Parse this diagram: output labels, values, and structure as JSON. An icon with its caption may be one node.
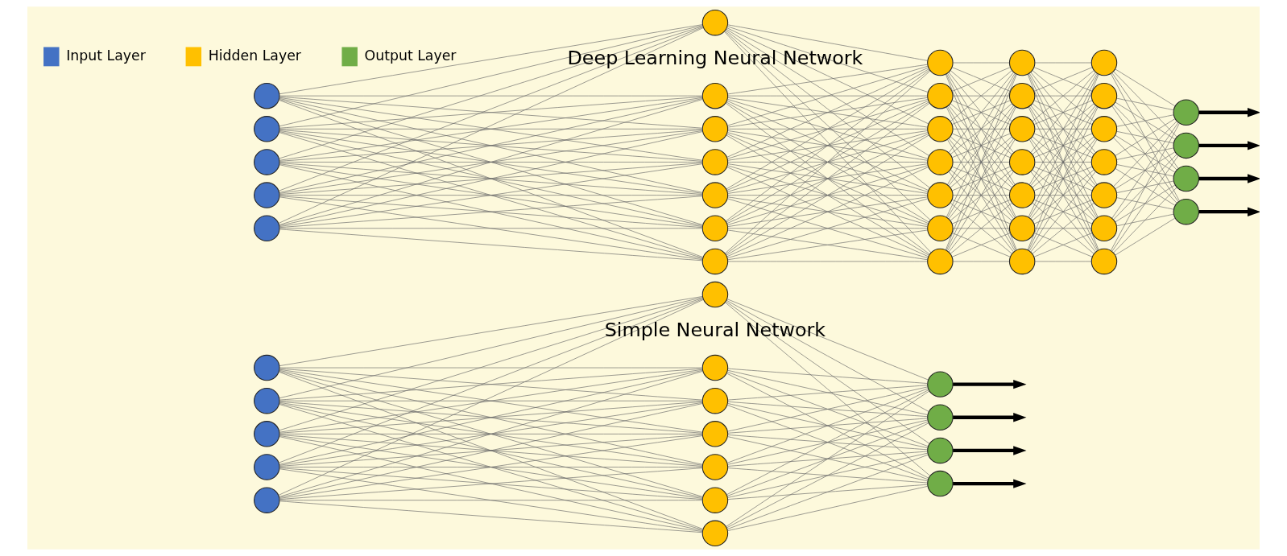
{
  "diagram": {
    "nodes": [
      {
        "text": [],
        "shape": "circle"
      },
      {
        "text": [],
        "shape": "circle"
      },
      {
        "text": [],
        "shape": "circle"
      },
      {
        "text": [],
        "shape": "circle"
      },
      {
        "text": [],
        "shape": "circle"
      },
      {
        "text": [],
        "shape": "circle"
      },
      {
        "text": [],
        "shape": "circle"
      },
      {
        "text": [],
        "shape": "circle"
      },
      {
        "text": [],
        "shape": "circle"
      },
      {
        "text": [],
        "shape": "circle"
      },
      {
        "text": [],
        "shape": "circle"
      },
      {
        "text": [],
        "shape": "circle"
      },
      {
        "text": [],
        "shape": "circle"
      },
      {
        "text": [],
        "shape": "circle"
      },
      {
        "text": [],
        "shape": "circle"
      },
      {
        "text": [],
        "shape": "circle"
      },
      {
        "text": [],
        "shape": "circle"
      },
      {
        "text": [],
        "shape": "circle"
      },
      {
        "text": [],
        "shape": "circle"
      },
      {
        "text": [],
        "shape": "circle"
      },
      {
        "text": [],
        "shape": "circle"
      },
      {
        "text": [],
        "shape": "circle"
      },
      {
        "text": [],
        "shape": "circle"
      },
      {
        "text": [],
        "shape": "circle"
      },
      {
        "text": [],
        "shape": "circle"
      },
      {
        "text": [],
        "shape": "circle"
      },
      {
        "text": [],
        "shape": "circle"
      },
      {
        "text": [],
        "shape": "circle"
      },
      {
        "text": [],
        "shape": "circle"
      },
      {
        "text": [],
        "shape": "circle"
      },
      {
        "text": [],
        "shape": "circle"
      },
      {
        "text": [],
        "shape": "circle"
      },
      {
        "text": [],
        "shape": "circle"
      },
      {
        "text": [],
        "shape": "circle"
      },
      {
        "text": [],
        "shape": "circle"
      },
      {
        "text": [],
        "shape": "circle"
      },
      {
        "text": [],
        "shape": "circle"
      },
      {
        "text": [],
        "shape": "circle"
      },
      {
        "text": [],
        "shape": "circle"
      },
      {
        "text": [],
        "shape": "circle"
      },
      {
        "text": [],
        "shape": "circle"
      },
      {
        "text": [],
        "shape": "circle"
      },
      {
        "text": [],
        "shape": "circle"
      },
      {
        "text": [],
        "shape": "circle"
      },
      {
        "text": [],
        "shape": "circle"
      },
      {
        "text": [],
        "shape": "circle"
      },
      {
        "text": [],
        "shape": "circle"
      },
      {
        "text": [],
        "shape": "circle"
      },
      {
        "text": [],
        "shape": "circle"
      },
      {
        "text": [],
        "shape": "circle"
      },
      {
        "text": [],
        "shape": "circle"
      },
      {
        "text": [],
        "shape": "circle"
      },
      {
        "text": [],
        "shape": "circle"
      }
    ],
    "edges": [
      {
        "from": 0,
        "to": 5,
        "arrow": "none"
      },
      {
        "from": 0,
        "to": 6,
        "arrow": "none"
      },
      {
        "from": 0,
        "to": 7,
        "arrow": "none"
      },
      {
        "from": 0,
        "to": 8,
        "arrow": "none"
      },
      {
        "from": 0,
        "to": 9,
        "arrow": "none"
      },
      {
        "from": 0,
        "to": 10,
        "arrow": "none"
      },
      {
        "from": 0,
        "to": 11,
        "arrow": "none"
      },
      {
        "from": 1,
        "to": 5,
        "arrow": "none"
      },
      {
        "from": 1,
        "to": 6,
        "arrow": "none"
      },
      {
        "from": 1,
        "to": 7,
        "arrow": "none"
      },
      {
        "from": 1,
        "to": 8,
        "arrow": "none"
      },
      {
        "from": 1,
        "to": 9,
        "arrow": "none"
      },
      {
        "from": 1,
        "to": 10,
        "arrow": "none"
      },
      {
        "from": 1,
        "to": 11,
        "arrow": "none"
      },
      {
        "from": 2,
        "to": 5,
        "arrow": "none"
      },
      {
        "from": 2,
        "to": 6,
        "arrow": "none"
      },
      {
        "from": 2,
        "to": 7,
        "arrow": "none"
      },
      {
        "from": 2,
        "to": 8,
        "arrow": "none"
      },
      {
        "from": 2,
        "to": 9,
        "arrow": "none"
      },
      {
        "from": 2,
        "to": 10,
        "arrow": "none"
      },
      {
        "from": 2,
        "to": 11,
        "arrow": "none"
      },
      {
        "from": 3,
        "to": 5,
        "arrow": "none"
      },
      {
        "from": 3,
        "to": 6,
        "arrow": "none"
      },
      {
        "from": 3,
        "to": 7,
        "arrow": "none"
      },
      {
        "from": 3,
        "to": 8,
        "arrow": "none"
      },
      {
        "from": 3,
        "to": 9,
        "arrow": "none"
      },
      {
        "from": 3,
        "to": 10,
        "arrow": "none"
      },
      {
        "from": 3,
        "to": 11,
        "arrow": "none"
      },
      {
        "from": 4,
        "to": 5,
        "arrow": "none"
      },
      {
        "from": 4,
        "to": 6,
        "arrow": "none"
      },
      {
        "from": 4,
        "to": 7,
        "arrow": "none"
      },
      {
        "from": 4,
        "to": 8,
        "arrow": "none"
      },
      {
        "from": 4,
        "to": 9,
        "arrow": "none"
      },
      {
        "from": 4,
        "to": 10,
        "arrow": "none"
      },
      {
        "from": 4,
        "to": 11,
        "arrow": "none"
      },
      {
        "from": 5,
        "to": 12,
        "arrow": "none"
      },
      {
        "from": 5,
        "to": 13,
        "arrow": "none"
      },
      {
        "from": 5,
        "to": 14,
        "arrow": "none"
      },
      {
        "from": 5,
        "to": 15,
        "arrow": "none"
      },
      {
        "from": 6,
        "to": 12,
        "arrow": "none"
      },
      {
        "from": 6,
        "to": 13,
        "arrow": "none"
      },
      {
        "from": 6,
        "to": 14,
        "arrow": "none"
      },
      {
        "from": 6,
        "to": 15,
        "arrow": "none"
      },
      {
        "from": 7,
        "to": 12,
        "arrow": "none"
      },
      {
        "from": 7,
        "to": 13,
        "arrow": "none"
      },
      {
        "from": 7,
        "to": 14,
        "arrow": "none"
      },
      {
        "from": 7,
        "to": 15,
        "arrow": "none"
      },
      {
        "from": 8,
        "to": 12,
        "arrow": "none"
      },
      {
        "from": 8,
        "to": 13,
        "arrow": "none"
      },
      {
        "from": 8,
        "to": 14,
        "arrow": "none"
      },
      {
        "from": 8,
        "to": 15,
        "arrow": "none"
      },
      {
        "from": 9,
        "to": 12,
        "arrow": "none"
      },
      {
        "from": 9,
        "to": 13,
        "arrow": "none"
      },
      {
        "from": 9,
        "to": 14,
        "arrow": "none"
      },
      {
        "from": 9,
        "to": 15,
        "arrow": "none"
      },
      {
        "from": 10,
        "to": 12,
        "arrow": "none"
      },
      {
        "from": 10,
        "to": 13,
        "arrow": "none"
      },
      {
        "from": 10,
        "to": 14,
        "arrow": "none"
      },
      {
        "from": 10,
        "to": 15,
        "arrow": "none"
      },
      {
        "from": 11,
        "to": 12,
        "arrow": "none"
      },
      {
        "from": 11,
        "to": 13,
        "arrow": "none"
      },
      {
        "from": 11,
        "to": 14,
        "arrow": "none"
      },
      {
        "from": 11,
        "to": 15,
        "arrow": "none"
      },
      {
        "from": 12,
        "to": null,
        "arrow": "to",
        "style": "thick",
        "color": "#000000"
      },
      {
        "from": 13,
        "to": null,
        "arrow": "to",
        "style": "thick",
        "color": "#000000"
      },
      {
        "from": 14,
        "to": null,
        "arrow": "to",
        "style": "thick",
        "color": "#000000"
      },
      {
        "from": 15,
        "to": null,
        "arrow": "to",
        "style": "thick",
        "color": "#000000"
      },
      {
        "from": 16,
        "to": 21,
        "arrow": "none"
      },
      {
        "from": 16,
        "to": 22,
        "arrow": "none"
      },
      {
        "from": 16,
        "to": 23,
        "arrow": "none"
      },
      {
        "from": 16,
        "to": 24,
        "arrow": "none"
      },
      {
        "from": 16,
        "to": 25,
        "arrow": "none"
      },
      {
        "from": 16,
        "to": 26,
        "arrow": "none"
      },
      {
        "from": 16,
        "to": 27,
        "arrow": "none"
      },
      {
        "from": 17,
        "to": 21,
        "arrow": "none"
      },
      {
        "from": 17,
        "to": 22,
        "arrow": "none"
      },
      {
        "from": 17,
        "to": 23,
        "arrow": "none"
      },
      {
        "from": 17,
        "to": 24,
        "arrow": "none"
      },
      {
        "from": 17,
        "to": 25,
        "arrow": "none"
      },
      {
        "from": 17,
        "to": 26,
        "arrow": "none"
      },
      {
        "from": 17,
        "to": 27,
        "arrow": "none"
      },
      {
        "from": 18,
        "to": 21,
        "arrow": "none"
      },
      {
        "from": 18,
        "to": 22,
        "arrow": "none"
      },
      {
        "from": 18,
        "to": 23,
        "arrow": "none"
      },
      {
        "from": 18,
        "to": 24,
        "arrow": "none"
      },
      {
        "from": 18,
        "to": 25,
        "arrow": "none"
      },
      {
        "from": 18,
        "to": 26,
        "arrow": "none"
      },
      {
        "from": 18,
        "to": 27,
        "arrow": "none"
      },
      {
        "from": 19,
        "to": 21,
        "arrow": "none"
      },
      {
        "from": 19,
        "to": 22,
        "arrow": "none"
      },
      {
        "from": 19,
        "to": 23,
        "arrow": "none"
      },
      {
        "from": 19,
        "to": 24,
        "arrow": "none"
      },
      {
        "from": 19,
        "to": 25,
        "arrow": "none"
      },
      {
        "from": 19,
        "to": 26,
        "arrow": "none"
      },
      {
        "from": 19,
        "to": 27,
        "arrow": "none"
      },
      {
        "from": 20,
        "to": 21,
        "arrow": "none"
      },
      {
        "from": 20,
        "to": 22,
        "arrow": "none"
      },
      {
        "from": 20,
        "to": 23,
        "arrow": "none"
      },
      {
        "from": 20,
        "to": 24,
        "arrow": "none"
      },
      {
        "from": 20,
        "to": 25,
        "arrow": "none"
      },
      {
        "from": 20,
        "to": 26,
        "arrow": "none"
      },
      {
        "from": 20,
        "to": 27,
        "arrow": "none"
      },
      {
        "from": 21,
        "to": 28,
        "arrow": "none"
      },
      {
        "from": 21,
        "to": 29,
        "arrow": "none"
      },
      {
        "from": 21,
        "to": 30,
        "arrow": "none"
      },
      {
        "from": 21,
        "to": 31,
        "arrow": "none"
      },
      {
        "from": 21,
        "to": 32,
        "arrow": "none"
      },
      {
        "from": 21,
        "to": 33,
        "arrow": "none"
      },
      {
        "from": 21,
        "to": 34,
        "arrow": "none"
      },
      {
        "from": 22,
        "to": 28,
        "arrow": "none"
      },
      {
        "from": 22,
        "to": 29,
        "arrow": "none"
      },
      {
        "from": 22,
        "to": 30,
        "arrow": "none"
      },
      {
        "from": 22,
        "to": 31,
        "arrow": "none"
      },
      {
        "from": 22,
        "to": 32,
        "arrow": "none"
      },
      {
        "from": 22,
        "to": 33,
        "arrow": "none"
      },
      {
        "from": 22,
        "to": 34,
        "arrow": "none"
      },
      {
        "from": 23,
        "to": 28,
        "arrow": "none"
      },
      {
        "from": 23,
        "to": 29,
        "arrow": "none"
      },
      {
        "from": 23,
        "to": 30,
        "arrow": "none"
      },
      {
        "from": 23,
        "to": 31,
        "arrow": "none"
      },
      {
        "from": 23,
        "to": 32,
        "arrow": "none"
      },
      {
        "from": 23,
        "to": 33,
        "arrow": "none"
      },
      {
        "from": 23,
        "to": 34,
        "arrow": "none"
      },
      {
        "from": 24,
        "to": 28,
        "arrow": "none"
      },
      {
        "from": 24,
        "to": 29,
        "arrow": "none"
      },
      {
        "from": 24,
        "to": 30,
        "arrow": "none"
      },
      {
        "from": 24,
        "to": 31,
        "arrow": "none"
      },
      {
        "from": 24,
        "to": 32,
        "arrow": "none"
      },
      {
        "from": 24,
        "to": 33,
        "arrow": "none"
      },
      {
        "from": 24,
        "to": 34,
        "arrow": "none"
      },
      {
        "from": 25,
        "to": 28,
        "arrow": "none"
      },
      {
        "from": 25,
        "to": 29,
        "arrow": "none"
      },
      {
        "from": 25,
        "to": 30,
        "arrow": "none"
      },
      {
        "from": 25,
        "to": 31,
        "arrow": "none"
      },
      {
        "from": 25,
        "to": 32,
        "arrow": "none"
      },
      {
        "from": 25,
        "to": 33,
        "arrow": "none"
      },
      {
        "from": 25,
        "to": 34,
        "arrow": "none"
      },
      {
        "from": 26,
        "to": 28,
        "arrow": "none"
      },
      {
        "from": 26,
        "to": 29,
        "arrow": "none"
      },
      {
        "from": 26,
        "to": 30,
        "arrow": "none"
      },
      {
        "from": 26,
        "to": 31,
        "arrow": "none"
      },
      {
        "from": 26,
        "to": 32,
        "arrow": "none"
      },
      {
        "from": 26,
        "to": 33,
        "arrow": "none"
      },
      {
        "from": 26,
        "to": 34,
        "arrow": "none"
      },
      {
        "from": 27,
        "to": 28,
        "arrow": "none"
      },
      {
        "from": 27,
        "to": 29,
        "arrow": "none"
      },
      {
        "from": 27,
        "to": 30,
        "arrow": "none"
      },
      {
        "from": 27,
        "to": 31,
        "arrow": "none"
      },
      {
        "from": 27,
        "to": 32,
        "arrow": "none"
      },
      {
        "from": 27,
        "to": 33,
        "arrow": "none"
      },
      {
        "from": 27,
        "to": 34,
        "arrow": "none"
      },
      {
        "from": 28,
        "to": 35,
        "arrow": "none"
      },
      {
        "from": 28,
        "to": 36,
        "arrow": "none"
      },
      {
        "from": 28,
        "to": 37,
        "arrow": "none"
      },
      {
        "from": 28,
        "to": 38,
        "arrow": "none"
      },
      {
        "from": 28,
        "to": 39,
        "arrow": "none"
      },
      {
        "from": 28,
        "to": 40,
        "arrow": "none"
      },
      {
        "from": 28,
        "to": 41,
        "arrow": "none"
      },
      {
        "from": 29,
        "to": 35,
        "arrow": "none"
      },
      {
        "from": 29,
        "to": 36,
        "arrow": "none"
      },
      {
        "from": 29,
        "to": 37,
        "arrow": "none"
      },
      {
        "from": 29,
        "to": 38,
        "arrow": "none"
      },
      {
        "from": 29,
        "to": 39,
        "arrow": "none"
      },
      {
        "from": 29,
        "to": 40,
        "arrow": "none"
      },
      {
        "from": 29,
        "to": 41,
        "arrow": "none"
      },
      {
        "from": 30,
        "to": 35,
        "arrow": "none"
      },
      {
        "from": 30,
        "to": 36,
        "arrow": "none"
      },
      {
        "from": 30,
        "to": 37,
        "arrow": "none"
      },
      {
        "from": 30,
        "to": 38,
        "arrow": "none"
      },
      {
        "from": 30,
        "to": 39,
        "arrow": "none"
      },
      {
        "from": 30,
        "to": 40,
        "arrow": "none"
      },
      {
        "from": 30,
        "to": 41,
        "arrow": "none"
      },
      {
        "from": 31,
        "to": 35,
        "arrow": "none"
      },
      {
        "from": 31,
        "to": 36,
        "arrow": "none"
      },
      {
        "from": 31,
        "to": 37,
        "arrow": "none"
      },
      {
        "from": 31,
        "to": 38,
        "arrow": "none"
      },
      {
        "from": 31,
        "to": 39,
        "arrow": "none"
      },
      {
        "from": 31,
        "to": 40,
        "arrow": "none"
      },
      {
        "from": 31,
        "to": 41,
        "arrow": "none"
      },
      {
        "from": 32,
        "to": 35,
        "arrow": "none"
      },
      {
        "from": 32,
        "to": 36,
        "arrow": "none"
      },
      {
        "from": 32,
        "to": 37,
        "arrow": "none"
      },
      {
        "from": 32,
        "to": 38,
        "arrow": "none"
      },
      {
        "from": 32,
        "to": 39,
        "arrow": "none"
      },
      {
        "from": 32,
        "to": 40,
        "arrow": "none"
      },
      {
        "from": 32,
        "to": 41,
        "arrow": "none"
      },
      {
        "from": 33,
        "to": 35,
        "arrow": "none"
      },
      {
        "from": 33,
        "to": 36,
        "arrow": "none"
      },
      {
        "from": 33,
        "to": 37,
        "arrow": "none"
      },
      {
        "from": 33,
        "to": 38,
        "arrow": "none"
      },
      {
        "from": 33,
        "to": 39,
        "arrow": "none"
      },
      {
        "from": 33,
        "to": 40,
        "arrow": "none"
      },
      {
        "from": 33,
        "to": 41,
        "arrow": "none"
      },
      {
        "from": 34,
        "to": 35,
        "arrow": "none"
      },
      {
        "from": 34,
        "to": 36,
        "arrow": "none"
      },
      {
        "from": 34,
        "to": 37,
        "arrow": "none"
      },
      {
        "from": 34,
        "to": 38,
        "arrow": "none"
      },
      {
        "from": 34,
        "to": 39,
        "arrow": "none"
      },
      {
        "from": 34,
        "to": 40,
        "arrow": "none"
      },
      {
        "from": 34,
        "to": 41,
        "arrow": "none"
      },
      {
        "from": 35,
        "to": 42,
        "arrow": "none"
      },
      {
        "from": 35,
        "to": 43,
        "arrow": "none"
      },
      {
        "from": 35,
        "to": 44,
        "arrow": "none"
      },
      {
        "from": 35,
        "to": 45,
        "arrow": "none"
      },
      {
        "from": 35,
        "to": 46,
        "arrow": "none"
      },
      {
        "from": 35,
        "to": 47,
        "arrow": "none"
      },
      {
        "from": 35,
        "to": 48,
        "arrow": "none"
      },
      {
        "from": 36,
        "to": 42,
        "arrow": "none"
      },
      {
        "from": 36,
        "to": 43,
        "arrow": "none"
      },
      {
        "from": 36,
        "to": 44,
        "arrow": "none"
      },
      {
        "from": 36,
        "to": 45,
        "arrow": "none"
      },
      {
        "from": 36,
        "to": 46,
        "arrow": "none"
      },
      {
        "from": 36,
        "to": 47,
        "arrow": "none"
      },
      {
        "from": 36,
        "to": 48,
        "arrow": "none"
      },
      {
        "from": 37,
        "to": 42,
        "arrow": "none"
      },
      {
        "from": 37,
        "to": 43,
        "arrow": "none"
      },
      {
        "from": 37,
        "to": 44,
        "arrow": "none"
      },
      {
        "from": 37,
        "to": 45,
        "arrow": "none"
      },
      {
        "from": 37,
        "to": 46,
        "arrow": "none"
      },
      {
        "from": 37,
        "to": 47,
        "arrow": "none"
      },
      {
        "from": 37,
        "to": 48,
        "arrow": "none"
      },
      {
        "from": 38,
        "to": 42,
        "arrow": "none"
      },
      {
        "from": 38,
        "to": 43,
        "arrow": "none"
      },
      {
        "from": 38,
        "to": 44,
        "arrow": "none"
      },
      {
        "from": 38,
        "to": 45,
        "arrow": "none"
      },
      {
        "from": 38,
        "to": 46,
        "arrow": "none"
      },
      {
        "from": 38,
        "to": 47,
        "arrow": "none"
      },
      {
        "from": 38,
        "to": 48,
        "arrow": "none"
      },
      {
        "from": 39,
        "to": 42,
        "arrow": "none"
      },
      {
        "from": 39,
        "to": 43,
        "arrow": "none"
      },
      {
        "from": 39,
        "to": 44,
        "arrow": "none"
      },
      {
        "from": 39,
        "to": 45,
        "arrow": "none"
      },
      {
        "from": 39,
        "to": 46,
        "arrow": "none"
      },
      {
        "from": 39,
        "to": 47,
        "arrow": "none"
      },
      {
        "from": 39,
        "to": 48,
        "arrow": "none"
      },
      {
        "from": 40,
        "to": 42,
        "arrow": "none"
      },
      {
        "from": 40,
        "to": 43,
        "arrow": "none"
      },
      {
        "from": 40,
        "to": 44,
        "arrow": "none"
      },
      {
        "from": 40,
        "to": 45,
        "arrow": "none"
      },
      {
        "from": 40,
        "to": 46,
        "arrow": "none"
      },
      {
        "from": 40,
        "to": 47,
        "arrow": "none"
      },
      {
        "from": 40,
        "to": 48,
        "arrow": "none"
      },
      {
        "from": 41,
        "to": 42,
        "arrow": "none"
      },
      {
        "from": 41,
        "to": 43,
        "arrow": "none"
      },
      {
        "from": 41,
        "to": 44,
        "arrow": "none"
      },
      {
        "from": 41,
        "to": 45,
        "arrow": "none"
      },
      {
        "from": 41,
        "to": 46,
        "arrow": "none"
      },
      {
        "from": 41,
        "to": 47,
        "arrow": "none"
      },
      {
        "from": 41,
        "to": 48,
        "arrow": "none"
      },
      {
        "from": 42,
        "to": 49,
        "arrow": "none"
      },
      {
        "from": 42,
        "to": 50,
        "arrow": "none"
      },
      {
        "from": 42,
        "to": 51,
        "arrow": "none"
      },
      {
        "from": 42,
        "to": 52,
        "arrow": "none"
      },
      {
        "from": 43,
        "to": 49,
        "arrow": "none"
      },
      {
        "from": 43,
        "to": 50,
        "arrow": "none"
      },
      {
        "from": 43,
        "to": 51,
        "arrow": "none"
      },
      {
        "from": 43,
        "to": 52,
        "arrow": "none"
      },
      {
        "from": 44,
        "to": 49,
        "arrow": "none"
      },
      {
        "from": 44,
        "to": 50,
        "arrow": "none"
      },
      {
        "from": 44,
        "to": 51,
        "arrow": "none"
      },
      {
        "from": 44,
        "to": 52,
        "arrow": "none"
      },
      {
        "from": 45,
        "to": 49,
        "arrow": "none"
      },
      {
        "from": 45,
        "to": 50,
        "arrow": "none"
      },
      {
        "from": 45,
        "to": 51,
        "arrow": "none"
      },
      {
        "from": 45,
        "to": 52,
        "arrow": "none"
      },
      {
        "from": 46,
        "to": 49,
        "arrow": "none"
      },
      {
        "from": 46,
        "to": 50,
        "arrow": "none"
      },
      {
        "from": 46,
        "to": 51,
        "arrow": "none"
      },
      {
        "from": 46,
        "to": 52,
        "arrow": "none"
      },
      {
        "from": 47,
        "to": 49,
        "arrow": "none"
      },
      {
        "from": 47,
        "to": 50,
        "arrow": "none"
      },
      {
        "from": 47,
        "to": 51,
        "arrow": "none"
      },
      {
        "from": 47,
        "to": 52,
        "arrow": "none"
      },
      {
        "from": 48,
        "to": 49,
        "arrow": "none"
      },
      {
        "from": 48,
        "to": 50,
        "arrow": "none"
      },
      {
        "from": 48,
        "to": 51,
        "arrow": "none"
      },
      {
        "from": 48,
        "to": 52,
        "arrow": "none"
      },
      {
        "from": 49,
        "to": null,
        "arrow": "to",
        "style": "thick",
        "color": "#000000"
      },
      {
        "from": 50,
        "to": null,
        "arrow": "to",
        "style": "thick",
        "color": "#000000"
      },
      {
        "from": 51,
        "to": null,
        "arrow": "to",
        "style": "thick",
        "color": "#000000"
      },
      {
        "from": 52,
        "to": null,
        "arrow": "to",
        "style": "thick",
        "color": "#000000"
      }
    ],
    "labels": [
      "Simple Neural Network",
      "Deep Learning Neural Network"
    ],
    "legend": [
      {
        "text": "Input Layer",
        "color": "#4472c4"
      },
      {
        "text": "Hidden Layer",
        "color": "#ffc000"
      },
      {
        "text": "Output Layer",
        "color": "#70ad47"
      }
    ]
  }
}
